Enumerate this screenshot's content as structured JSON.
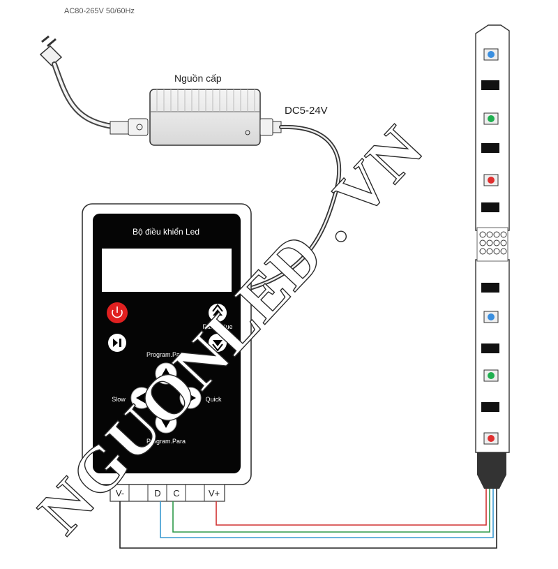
{
  "labels": {
    "ac_input": "AC80-265V 50/60Hz",
    "power_supply": "Nguồn cấp",
    "dc_output": "DC5-24V"
  },
  "controller": {
    "title": "Bộ điều khiển Led",
    "buttons": {
      "para_value": "Para value",
      "program_para_top": "Program.Para",
      "program_para_bottom": "Program.Para",
      "slow": "Slow",
      "quick": "Quick"
    }
  },
  "terminals": [
    "V-",
    "D",
    "C",
    "V+"
  ],
  "watermark": "NGUONLED . VN",
  "colors": {
    "power_button": "#e02020",
    "wire_red": "#d03030",
    "wire_green": "#2e9a4a",
    "wire_blue": "#3a9ad0",
    "wire_black": "#222222",
    "led_blue": "#3a8fe0",
    "led_green": "#20b050",
    "led_red": "#e03030"
  }
}
